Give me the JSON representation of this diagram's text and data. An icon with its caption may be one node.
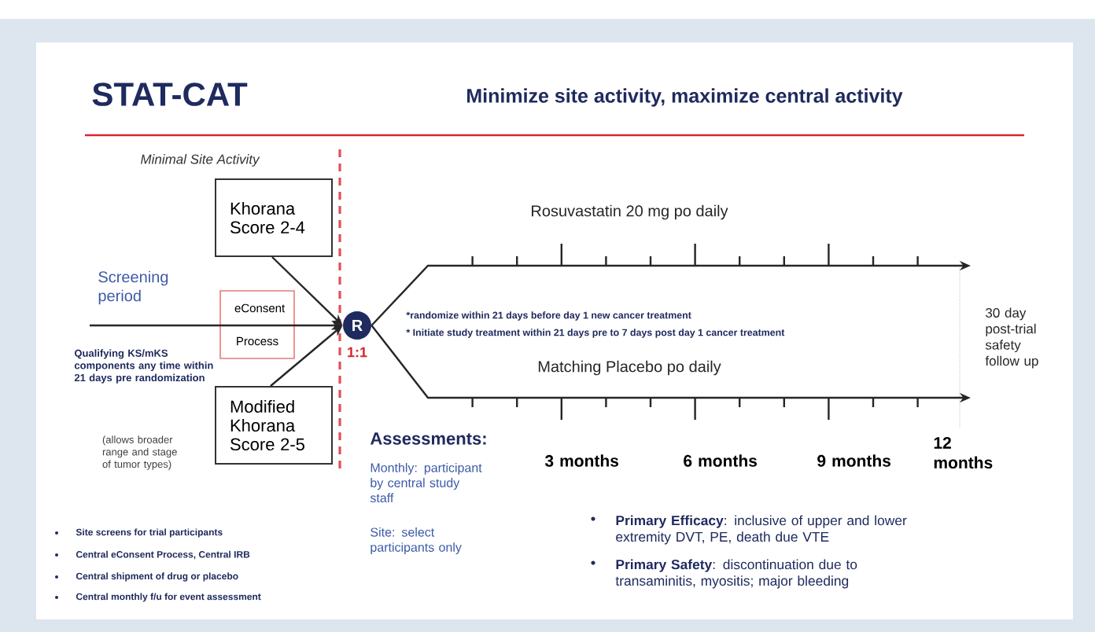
{
  "diagram": {
    "title": "STAT-CAT",
    "nodes": [
      {
        "text": [
          "Khorana Score 2-4"
        ]
      },
      {
        "text": [
          "eConsent",
          "Process"
        ]
      },
      {
        "text": [
          "Modified Khorana Score 2-5"
        ]
      },
      {
        "text": [
          "R"
        ],
        "beside": [
          "1:1"
        ]
      }
    ],
    "edges": [
      {
        "from": 0,
        "to": 3,
        "arrow": "to"
      },
      {
        "from": 2,
        "to": 3,
        "arrow": "to"
      },
      {
        "from": null,
        "to": 3,
        "arrow": "to"
      },
      {
        "from": 3,
        "to": null,
        "arrow": "to"
      },
      {
        "from": 3,
        "to": null,
        "arrow": "to"
      }
    ],
    "labels": [
      "Minimize site activity, maximize central activity",
      "Minimal Site Activity",
      "Screening period",
      "Qualifying KS/mKS components any time within 21 days pre randomization",
      "(allows broader range and stage of tumor types)",
      "Rosuvastatin 20 mg po daily",
      "*randomize within 21 days before day 1 new cancer treatment",
      "* Initiate study treatment within 21 days pre to 7 days post day 1 cancer treatment",
      "Matching Placebo po daily",
      "30 day post-trial safety follow up",
      "3 months",
      "6 months",
      "9 months",
      "12 months",
      "Assessments:",
      "Monthly: participant by central study staff",
      "Site: select participants only",
      "Site screens for trial participants",
      "Central eConsent Process, Central IRB",
      "Central shipment of drug or placebo",
      "Central monthly f/u for event assessment",
      "**Primary Efficacy**: inclusive of upper and lower extremity DVT, PE, death due VTE",
      "**Primary Safety**: discontinuation due to transaminitis, myositis; major bleeding"
    ]
  }
}
